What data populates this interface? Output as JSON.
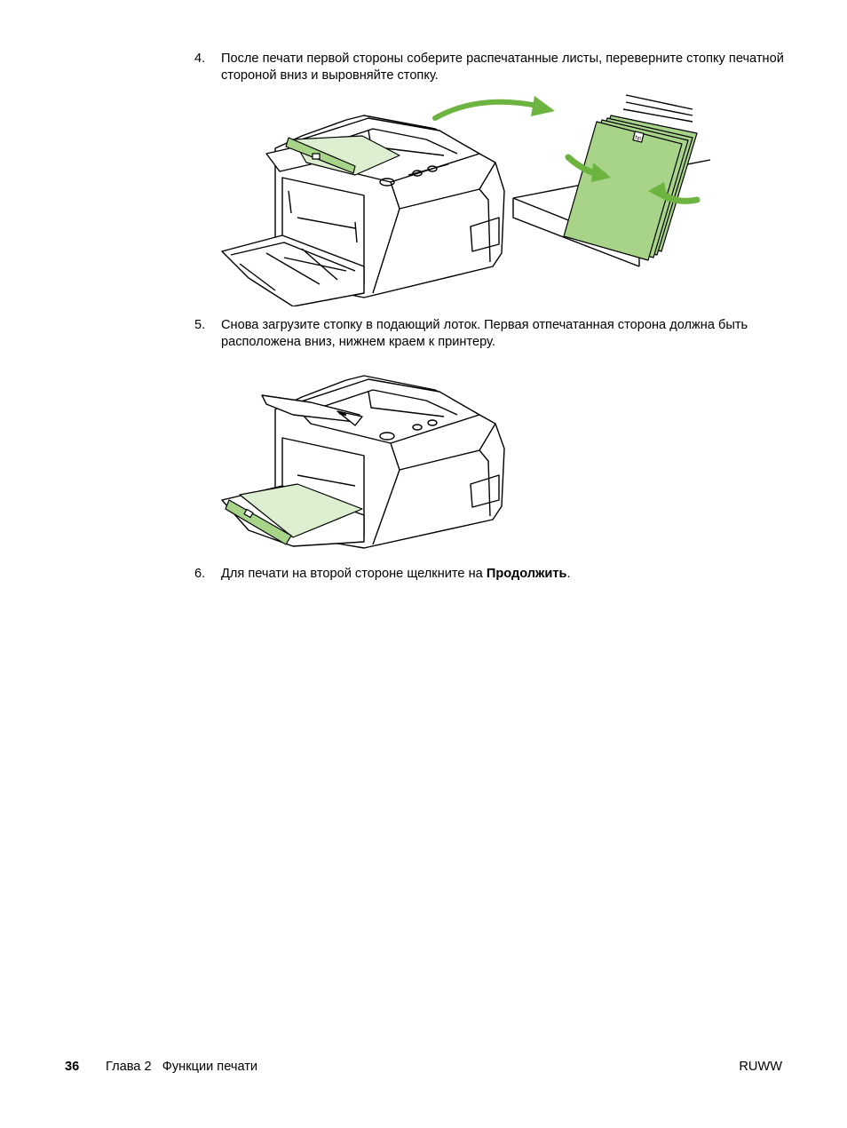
{
  "steps": [
    {
      "number": "4.",
      "text": "После печати первой стороны соберите распечатанные листы, переверните стопку печатной стороной вниз и выровняйте стопку."
    },
    {
      "number": "5.",
      "text": "Снова загрузите стопку в подающий лоток. Первая отпечатанная сторона должна быть расположена вниз, нижнем краем к принтеру."
    },
    {
      "number": "6.",
      "text_before": "Для печати на второй стороне щелкните на ",
      "bold_text": "Продолжить",
      "text_after": "."
    }
  ],
  "figures": [
    {
      "logo": "hp"
    },
    {}
  ],
  "colors": {
    "paper_green": "#a8d48a",
    "arrow_green": "#6cb33f",
    "light_green": "#dcefd0"
  },
  "footer": {
    "page_number": "36",
    "chapter": "Глава 2   Функции печати",
    "doc_code": "RUWW"
  }
}
